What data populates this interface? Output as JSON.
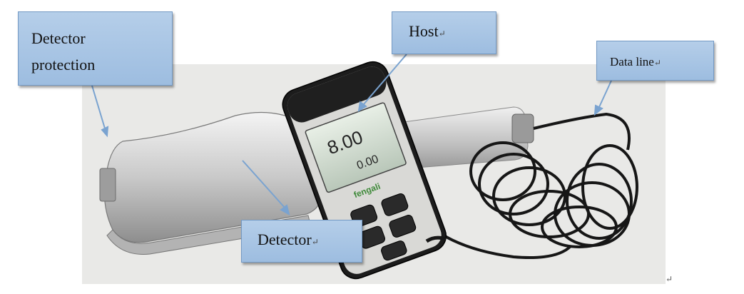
{
  "labels": {
    "detector_protection_line1": "Detector",
    "detector_protection_line2": "protection",
    "host": "Host",
    "data_line": "Data line",
    "detector": "Detector"
  },
  "marks": {
    "return": "↵"
  },
  "device": {
    "screen_reading_1": "8.00",
    "screen_reading_2": "0.00",
    "brand": "fengali"
  },
  "colors": {
    "callout_fill": "#a8c6e6",
    "callout_border": "#7399c4",
    "arrow": "#7aa3d0",
    "device_body": "#1c1c1c"
  }
}
